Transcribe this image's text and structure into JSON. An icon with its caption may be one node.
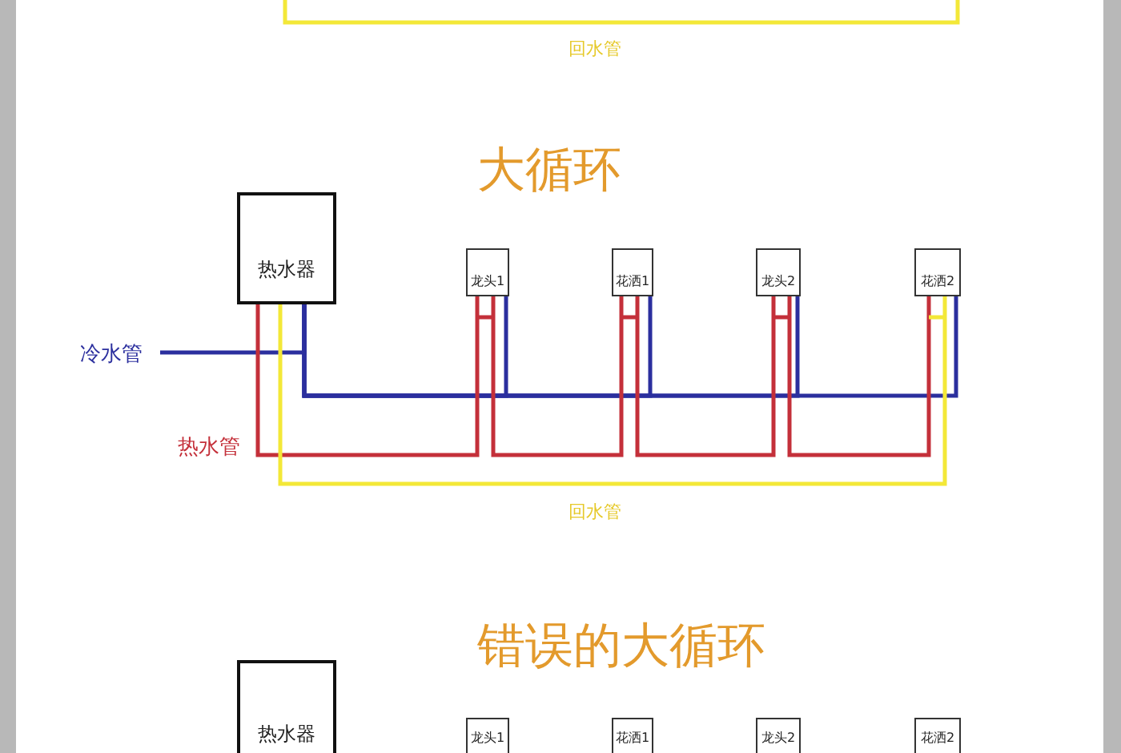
{
  "diagram": {
    "title": "大循环",
    "nodes": [
      {
        "text": [
          "热水器"
        ]
      },
      {
        "text": [
          "龙头1"
        ]
      },
      {
        "text": [
          "花洒1"
        ]
      },
      {
        "text": [
          "龙头2"
        ]
      },
      {
        "text": [
          "花洒2"
        ]
      },
      {
        "text": [
          "热水器"
        ]
      },
      {
        "text": [
          "龙头1"
        ]
      },
      {
        "text": [
          "花洒1"
        ]
      },
      {
        "text": [
          "龙头2"
        ]
      },
      {
        "text": [
          "花洒2"
        ]
      }
    ],
    "edges": [
      {
        "from": 0,
        "to": 1,
        "arrow": "none",
        "color": "#2b2f9e"
      },
      {
        "from": 0,
        "to": 2,
        "arrow": "none",
        "color": "#2b2f9e"
      },
      {
        "from": 0,
        "to": 3,
        "arrow": "none",
        "color": "#2b2f9e"
      },
      {
        "from": 0,
        "to": 4,
        "arrow": "none",
        "color": "#2b2f9e"
      },
      {
        "from": null,
        "to": 0,
        "arrow": "none",
        "color": "#2b2f9e"
      },
      {
        "from": 0,
        "to": 1,
        "arrow": "none",
        "color": "#c4303a"
      },
      {
        "from": 1,
        "to": 2,
        "arrow": "none",
        "color": "#c4303a"
      },
      {
        "from": 2,
        "to": 3,
        "arrow": "none",
        "color": "#c4303a"
      },
      {
        "from": 3,
        "to": 4,
        "arrow": "none",
        "color": "#c4303a"
      },
      {
        "from": 4,
        "to": 0,
        "arrow": "none",
        "color": "#f3e838"
      }
    ],
    "labels": [
      "回水管",
      "冷水管",
      "热水管",
      "回水管",
      "错误的大循环"
    ]
  }
}
